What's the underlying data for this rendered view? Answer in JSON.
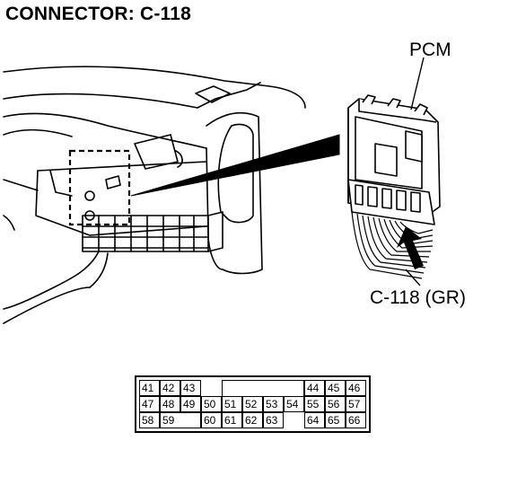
{
  "title": "CONNECTOR: C-118",
  "labels": {
    "pcm": "PCM",
    "connector": "C-118 (GR)"
  },
  "pins": {
    "row1": [
      "41",
      "42",
      "43",
      "44",
      "45",
      "46"
    ],
    "row2": [
      "47",
      "48",
      "49",
      "50",
      "51",
      "52",
      "53",
      "54",
      "55",
      "56",
      "57"
    ],
    "row3": [
      "58",
      "59",
      "60",
      "61",
      "62",
      "63",
      "64",
      "65",
      "66"
    ]
  }
}
